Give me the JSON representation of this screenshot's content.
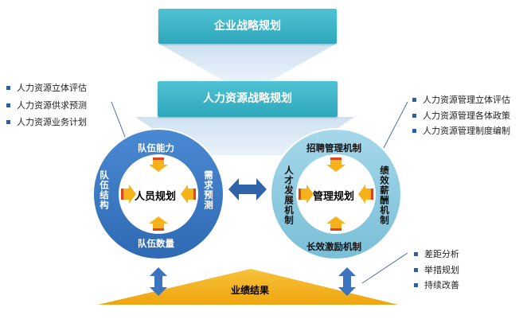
{
  "top_box": {
    "label": "企业战略规划"
  },
  "second_box": {
    "label": "人力资源战略规划"
  },
  "left_notes": [
    "人力资源立体评估",
    "人力资源供求预测",
    "人力资源业务计划"
  ],
  "right_notes": [
    "人力资源管理立体评估",
    "人力资源管理各体政策",
    "人力资源管理制度编制"
  ],
  "bottom_notes": [
    "差距分析",
    "举措规划",
    "持续改善"
  ],
  "left_ring": {
    "center": "人员规划",
    "top": "队伍能力",
    "bottom": "队伍数量",
    "left": "队伍结构",
    "right": "需求预测"
  },
  "right_ring": {
    "center": "管理规划",
    "top": "招聘管理机制",
    "bottom": "长效激励机制",
    "left": "人才发展机制",
    "right": "绩效薪酬机制"
  },
  "result": {
    "label": "业绩结果"
  },
  "colors": {
    "box": "#2ea7bb",
    "left_ring": "#3a78c8",
    "right_ring": "#8fcadf",
    "arrow_orange": "#f5b21a",
    "triangle": "#f5b418"
  }
}
